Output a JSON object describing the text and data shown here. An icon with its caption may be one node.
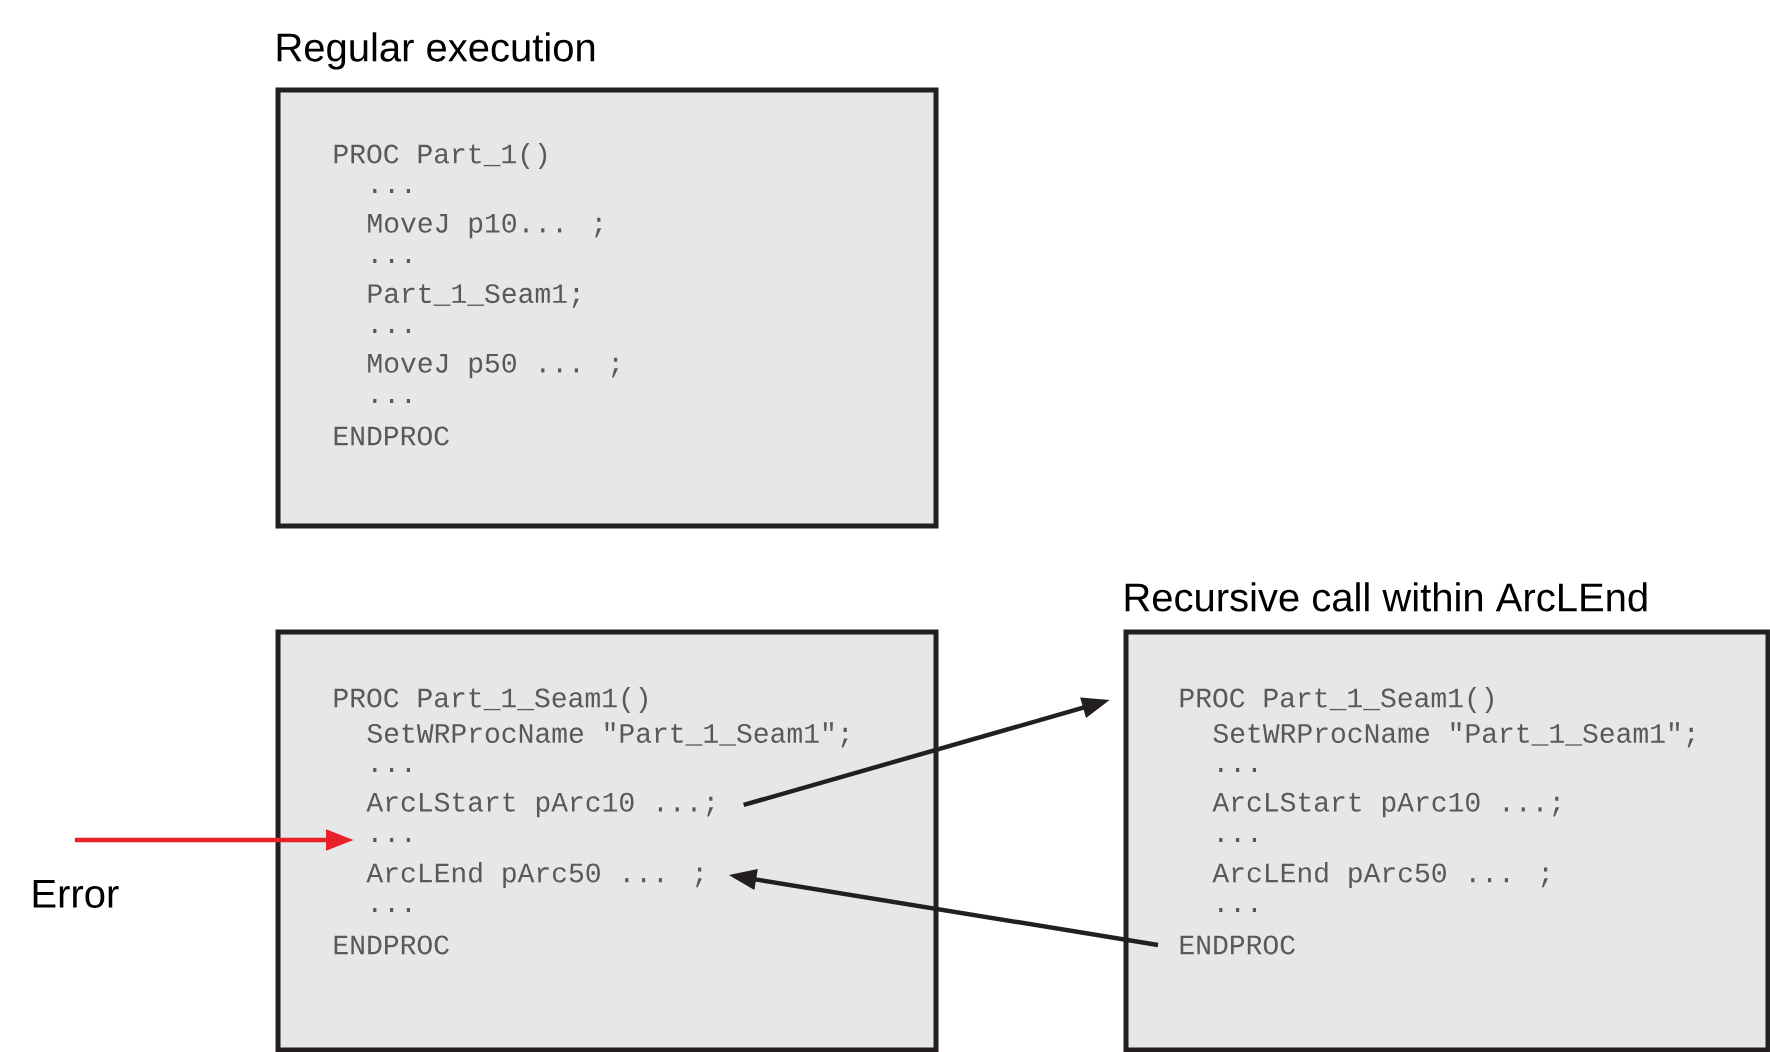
{
  "diagram": {
    "nodes": [
      {
        "text": [
          "Regular execution"
        ]
      },
      {
        "text": [
          "PROC Part_1()"
        ],
        "in": 0
      },
      {
        "text": [
          "..."
        ],
        "in": 0
      },
      {
        "text": [
          "MoveJ p10... ;"
        ],
        "in": 0
      },
      {
        "text": [
          "..."
        ],
        "in": 0
      },
      {
        "text": [
          "Part_1_Seam1;"
        ],
        "in": 0
      },
      {
        "text": [
          "..."
        ],
        "in": 0
      },
      {
        "text": [
          "MoveJ p50 ... ;"
        ],
        "in": 0
      },
      {
        "text": [
          "..."
        ],
        "in": 0
      },
      {
        "text": [
          "ENDPROC"
        ],
        "in": 0
      },
      {
        "text": [
          "Error"
        ]
      },
      {
        "text": [],
        "shape": "box"
      },
      {
        "text": [
          "PROC Part_1_Seam1()"
        ],
        "in": 11
      },
      {
        "text": [
          "SetWRProcName \"Part_1_Seam1\";"
        ],
        "in": 11
      },
      {
        "text": [
          "..."
        ],
        "in": 11
      },
      {
        "text": [
          "ArcLStart pArc10 ...;"
        ],
        "in": 11
      },
      {
        "text": [
          "..."
        ],
        "in": 11
      },
      {
        "text": [
          "ArcLEnd pArc50 ... ;"
        ],
        "in": 11
      },
      {
        "text": [
          "..."
        ],
        "in": 11
      },
      {
        "text": [
          "ENDPROC"
        ],
        "in": 11
      },
      {
        "text": [
          "Recursive call within ArcLEnd"
        ]
      },
      {
        "text": [
          "PROC Part_1_Seam1()"
        ],
        "in": 20
      },
      {
        "text": [
          "SetWRProcName \"Part_1_Seam1\";"
        ],
        "in": 20
      },
      {
        "text": [
          "..."
        ],
        "in": 20
      },
      {
        "text": [
          "ArcLStart pArc10 ...;"
        ],
        "in": 20
      },
      {
        "text": [
          "..."
        ],
        "in": 20
      },
      {
        "text": [
          "ArcLEnd pArc50 ... ;"
        ],
        "in": 20
      },
      {
        "text": [
          "..."
        ],
        "in": 20
      },
      {
        "text": [
          "ENDPROC"
        ],
        "in": 20
      }
    ],
    "edges": [
      {
        "from": 10,
        "to": 16,
        "arrow": "to",
        "color": "#e8202a"
      },
      {
        "from": 15,
        "to": 21,
        "arrow": "to"
      },
      {
        "from": 28,
        "to": 17,
        "arrow": "to"
      }
    ]
  }
}
